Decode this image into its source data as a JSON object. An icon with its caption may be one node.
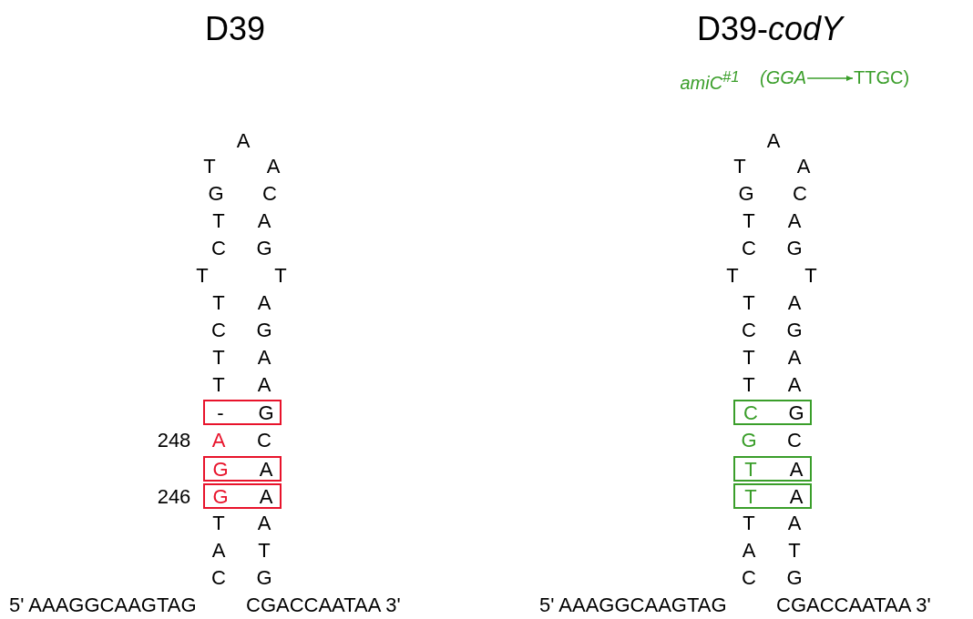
{
  "diagram": {
    "nodes": [
      {
        "text": [
          "-",
          "G"
        ]
      },
      {
        "text": [
          "G",
          "A"
        ]
      },
      {
        "text": [
          "G",
          "A"
        ]
      },
      {
        "text": [
          "(GGA"
        ]
      },
      {
        "text": [
          "TTGC)"
        ]
      },
      {
        "text": [
          "C",
          "G"
        ]
      },
      {
        "text": [
          "T",
          "A"
        ]
      },
      {
        "text": [
          "T",
          "A"
        ]
      }
    ],
    "edges": [
      {
        "from": 3,
        "to": 4,
        "arrow": "to"
      }
    ],
    "labels": [
      "D39",
      "A",
      "T",
      "A",
      "G",
      "C",
      "T",
      "A",
      "C",
      "G",
      "T",
      "T",
      "T",
      "A",
      "C",
      "G",
      "T",
      "A",
      "T",
      "A",
      "248",
      "A",
      "C",
      "246",
      "T",
      "A",
      "A",
      "T",
      "C",
      "G",
      "5' AAAGGCAAGTAG",
      "CGACCAATAA 3'",
      "D39-*codY*",
      "*amiC*$^{#1}$",
      "A",
      "T",
      "A",
      "G",
      "C",
      "T",
      "A",
      "C",
      "G",
      "T",
      "T",
      "T",
      "A",
      "C",
      "G",
      "T",
      "A",
      "T",
      "A",
      "G",
      "C",
      "T",
      "A",
      "A",
      "T",
      "C",
      "G",
      "5' AAAGGCAAGTAG",
      "CGACCAATAA 3'"
    ]
  }
}
